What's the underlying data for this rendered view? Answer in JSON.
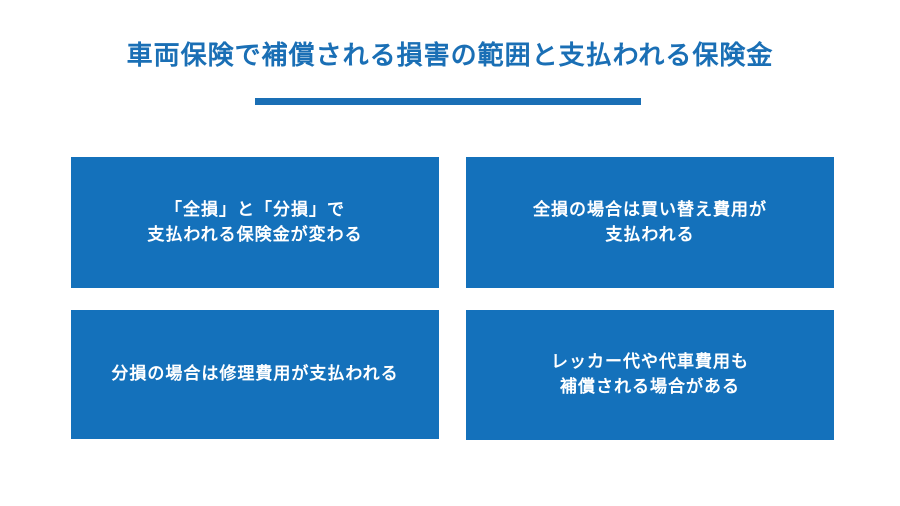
{
  "title": "車両保険で補償される損害の範囲と支払われる保険金",
  "colors": {
    "title": "#1a6fb5",
    "divider": "#1a6fb5",
    "card_background": "#1471bb",
    "card_text": "#ffffff",
    "page_background": "#ffffff"
  },
  "cards": [
    {
      "lines": [
        "「全損」と「分損」で",
        "支払われる保険金が変わる"
      ]
    },
    {
      "lines": [
        "全損の場合は買い替え費用が",
        "支払われる"
      ]
    },
    {
      "lines": [
        "分損の場合は修理費用が支払われる"
      ]
    },
    {
      "lines": [
        "レッカー代や代車費用も",
        "補償される場合がある"
      ]
    }
  ]
}
